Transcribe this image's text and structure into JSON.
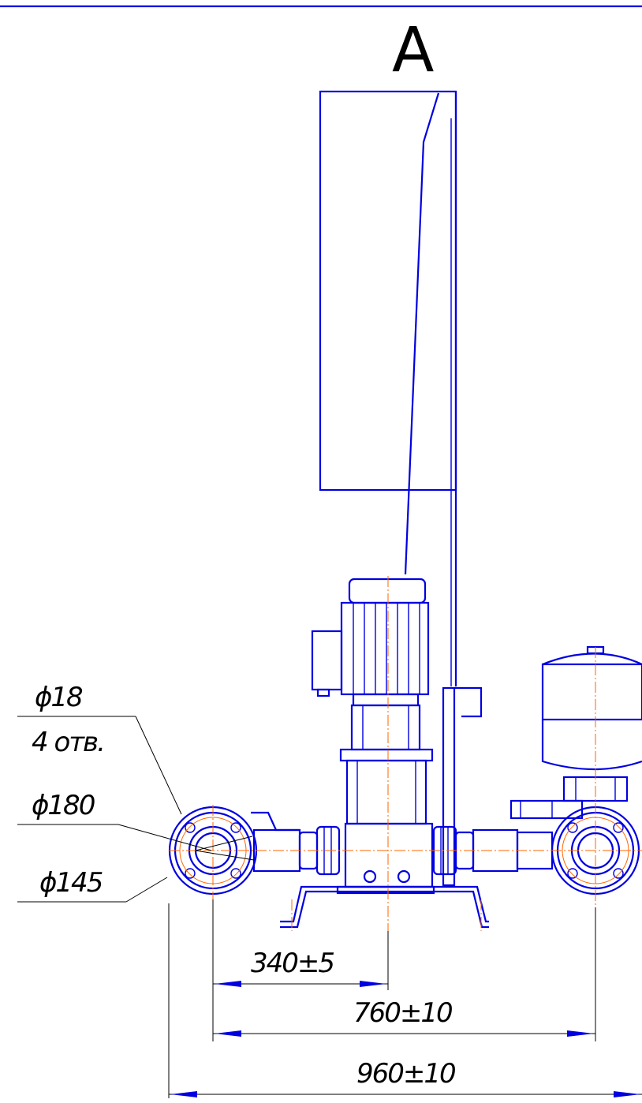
{
  "view_label": "A",
  "annotations": {
    "hole_diameter": "ϕ18",
    "hole_count": "4 отв.",
    "flange_outer": "ϕ180",
    "bolt_circle": "ϕ145"
  },
  "dimensions": {
    "d1": "340±5",
    "d2": "760±10",
    "d3": "960±10"
  },
  "colors": {
    "outline": "#0000e0",
    "centerline": "#ff6600",
    "dimension": "#000000"
  }
}
